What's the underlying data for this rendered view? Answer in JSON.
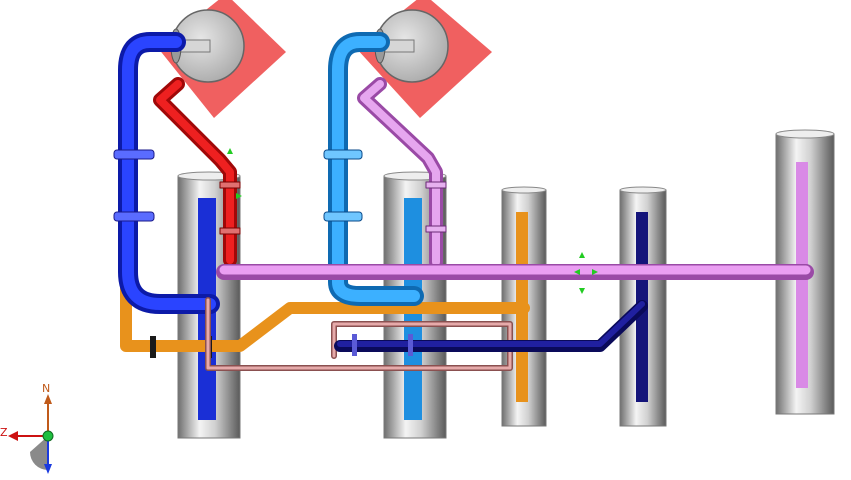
{
  "axis_triad": {
    "north_label": "N",
    "z_label": "Z",
    "colors": {
      "north": "#c05a1a",
      "z": "#cc1111",
      "down": "#1a3adf",
      "origin": "#1fbf3f",
      "disc": "#8a8a8a"
    }
  },
  "colors": {
    "pipe_blue": "#1a2fd6",
    "pipe_cyan": "#1e8fe0",
    "pipe_red": "#d61818",
    "pipe_violet": "#d98ae6",
    "pipe_orange": "#e8921c",
    "pipe_navy": "#14147a",
    "pipe_pink": "#d89898",
    "equipment_face": "#f06060",
    "pump_disc": "#c8c8c8",
    "vessel_grey": "#b0b0b0",
    "node_marker": "#22cc22"
  },
  "scene": {
    "equipment": [
      "pump-a",
      "pump-b"
    ],
    "vessels": [
      "vessel-1",
      "vessel-2",
      "vessel-3",
      "vessel-4",
      "vessel-5"
    ],
    "pipes": [
      "blue-line",
      "cyan-line",
      "red-line",
      "violet-line",
      "violet-header",
      "orange-line",
      "navy-line",
      "pink-line"
    ]
  }
}
